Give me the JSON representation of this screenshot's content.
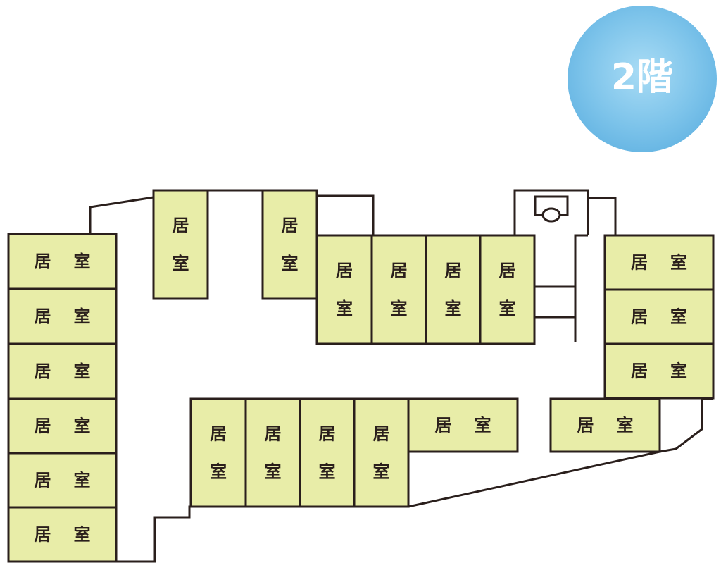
{
  "floor_badge": {
    "label": "2階",
    "color": "#7cc3ea"
  },
  "room_color": "#e8eda8",
  "room_label": [
    "居",
    "室"
  ],
  "rooms": [
    {
      "name": "room-left-1",
      "label": [
        "居",
        "室"
      ]
    },
    {
      "name": "room-left-2",
      "label": [
        "居",
        "室"
      ]
    },
    {
      "name": "room-left-3",
      "label": [
        "居",
        "室"
      ]
    },
    {
      "name": "room-left-4",
      "label": [
        "居",
        "室"
      ]
    },
    {
      "name": "room-left-5",
      "label": [
        "居",
        "室"
      ]
    },
    {
      "name": "room-left-6",
      "label": [
        "居",
        "室"
      ]
    },
    {
      "name": "room-top-1",
      "label": [
        "居",
        "室"
      ]
    },
    {
      "name": "room-top-2",
      "label": [
        "居",
        "室"
      ]
    },
    {
      "name": "room-middle-1",
      "label": [
        "居",
        "室"
      ]
    },
    {
      "name": "room-middle-2",
      "label": [
        "居",
        "室"
      ]
    },
    {
      "name": "room-middle-3",
      "label": [
        "居",
        "室"
      ]
    },
    {
      "name": "room-middle-4",
      "label": [
        "居",
        "室"
      ]
    },
    {
      "name": "room-right-1",
      "label": [
        "居",
        "室"
      ]
    },
    {
      "name": "room-right-2",
      "label": [
        "居",
        "室"
      ]
    },
    {
      "name": "room-right-3",
      "label": [
        "居",
        "室"
      ]
    },
    {
      "name": "room-bottom-1",
      "label": [
        "居",
        "室"
      ]
    },
    {
      "name": "room-bottom-2",
      "label": [
        "居",
        "室"
      ]
    },
    {
      "name": "room-bottom-3",
      "label": [
        "居",
        "室"
      ]
    },
    {
      "name": "room-bottom-4",
      "label": [
        "居",
        "室"
      ]
    },
    {
      "name": "room-bottom-5",
      "label": [
        "居",
        "室"
      ]
    },
    {
      "name": "room-bottom-6",
      "label": [
        "居",
        "室"
      ]
    }
  ]
}
